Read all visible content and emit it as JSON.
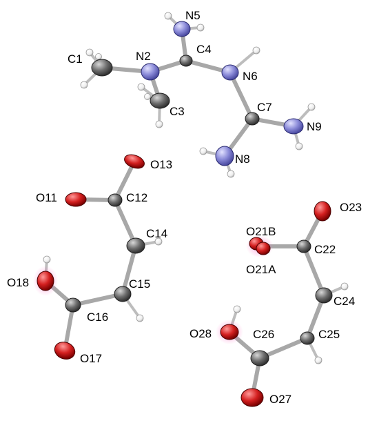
{
  "atom_labels": {
    "C1": "C1",
    "N2": "N2",
    "C3": "C3",
    "C4": "C4",
    "N5": "N5",
    "N6": "N6",
    "C7": "C7",
    "N8": "N8",
    "N9": "N9",
    "O13": "O13",
    "O11": "O11",
    "C12": "C12",
    "C14": "C14",
    "O18": "O18",
    "C15": "C15",
    "C16": "C16",
    "O17": "O17",
    "O23": "O23",
    "O21B": "O21B",
    "O21A": "O21A",
    "C22": "C22",
    "C24": "C24",
    "O28": "O28",
    "C26": "C26",
    "C25": "C25",
    "O27": "O27"
  },
  "colors": {
    "carbon": "#5a5a5a",
    "nitrogen": "#8a8ad8",
    "oxygen": "#d42020",
    "hydrogen": "#f2f2f2",
    "bond": "#a8a8a8",
    "oxygen_glow": "#ff80c8"
  }
}
